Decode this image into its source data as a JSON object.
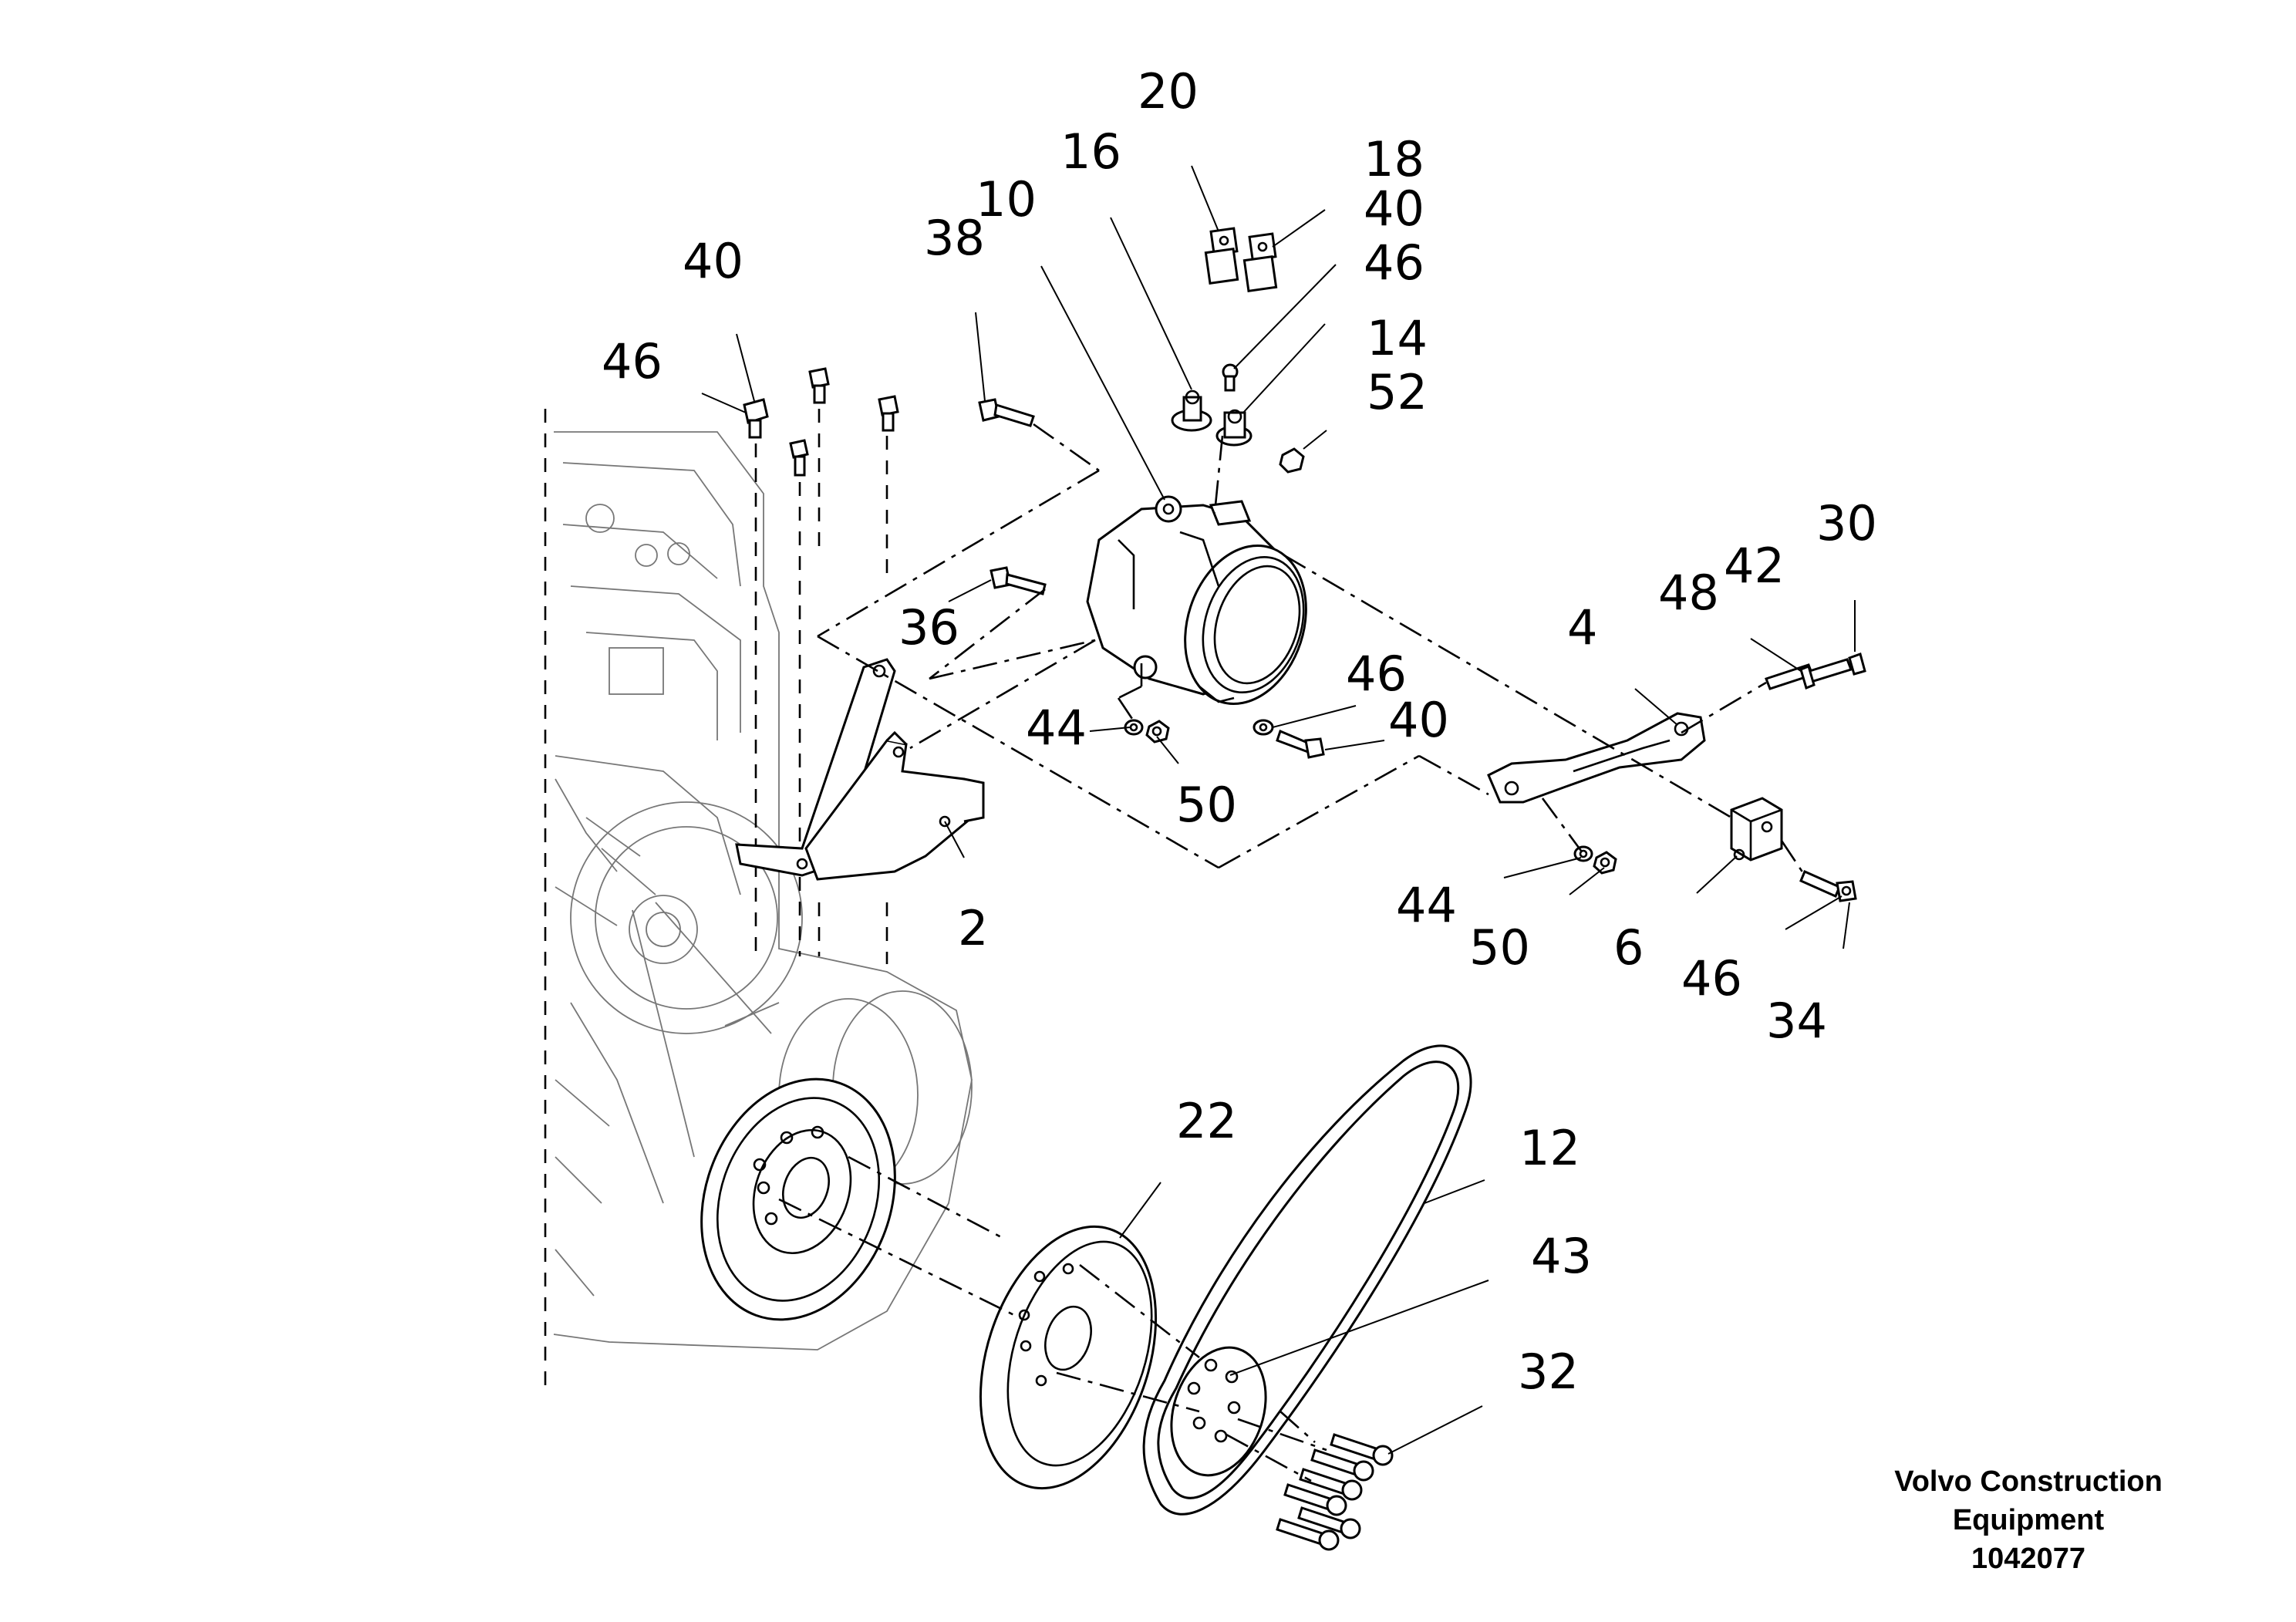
{
  "callouts": {
    "c20": "20",
    "c16": "16",
    "c18": "18",
    "c40a": "40",
    "c46a": "46",
    "c10": "10",
    "c38": "38",
    "c14": "14",
    "c52": "52",
    "c40b": "40",
    "c46b": "46",
    "c30": "30",
    "c42": "42",
    "c48": "48",
    "c4": "4",
    "c36": "36",
    "c46c": "46",
    "c40c": "40",
    "c44a": "44",
    "c50a": "50",
    "c2": "2",
    "c44b": "44",
    "c50b": "50",
    "c6": "6",
    "c46d": "46",
    "c34": "34",
    "c22": "22",
    "c12": "12",
    "c43": "43",
    "c32": "32"
  },
  "footer": {
    "line1": "Volvo Construction",
    "line2": "Equipment",
    "line3": "1042077"
  }
}
